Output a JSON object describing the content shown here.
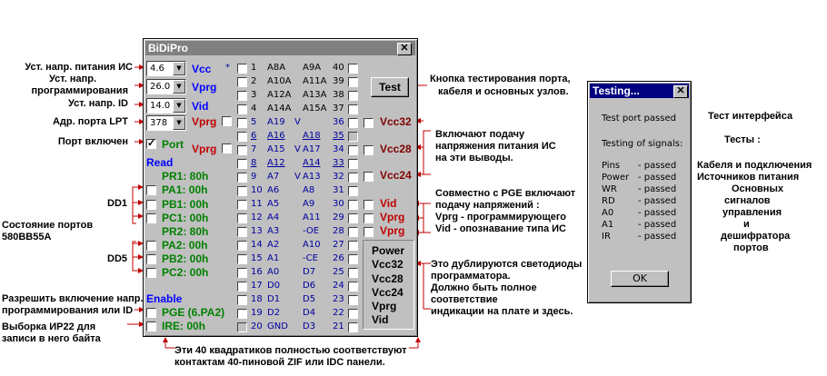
{
  "main_window": {
    "title": "BiDiPro",
    "close_glyph": "✕",
    "vcc_select": "4.6",
    "vprg_select": "26.0",
    "vid_select": "14.0",
    "port_select": "378",
    "vcc_label": "Vcc",
    "vprg_label": "Vprg",
    "vid_label": "Vid",
    "vprg_label_red1": "Vprg",
    "port_label": "Port",
    "vprg_label_red2": "Vprg",
    "read_label": "Read",
    "pr1": "PR1: 80h",
    "pa1": "PA1: 00h",
    "pb1": "PB1: 00h",
    "pc1": "PC1: 00h",
    "pr2": "PR2: 80h",
    "pa2": "PA2: 00h",
    "pb2": "PB2: 00h",
    "pc2": "PC2: 00h",
    "enable_label": "Enable",
    "pge_label": "PGE  (6.PA2)",
    "ire_label": "IRE:  00h",
    "star": "*",
    "test_button": "Test",
    "right_labels": [
      "Vcc32",
      "Vcc28",
      "Vcc24"
    ],
    "volt_labels": [
      "Vid",
      "Vprg",
      "Vprg"
    ],
    "indicator_labels": [
      "Power",
      "Vcc32",
      "Vcc28",
      "Vcc24",
      "Vprg",
      "Vid"
    ],
    "pins_left": [
      {
        "num": "1",
        "name": "A8A",
        "v": ""
      },
      {
        "num": "2",
        "name": "A10A",
        "v": ""
      },
      {
        "num": "3",
        "name": "A12A",
        "v": ""
      },
      {
        "num": "4",
        "name": "A14A",
        "v": ""
      },
      {
        "num": "5",
        "name": "A19",
        "v": "V"
      },
      {
        "num": "6",
        "name": "A16",
        "v": ""
      },
      {
        "num": "7",
        "name": "A15",
        "v": "V"
      },
      {
        "num": "8",
        "name": "A12",
        "v": ""
      },
      {
        "num": "9",
        "name": "A7",
        "v": "V"
      },
      {
        "num": "10",
        "name": "A6",
        "v": ""
      },
      {
        "num": "11",
        "name": "A5",
        "v": ""
      },
      {
        "num": "12",
        "name": "A4",
        "v": ""
      },
      {
        "num": "13",
        "name": "A3",
        "v": ""
      },
      {
        "num": "14",
        "name": "A2",
        "v": ""
      },
      {
        "num": "15",
        "name": "A1",
        "v": ""
      },
      {
        "num": "16",
        "name": "A0",
        "v": ""
      },
      {
        "num": "17",
        "name": "D0",
        "v": ""
      },
      {
        "num": "18",
        "name": "D1",
        "v": ""
      },
      {
        "num": "19",
        "name": "D2",
        "v": ""
      },
      {
        "num": "20",
        "name": "GND",
        "v": ""
      }
    ],
    "pins_right": [
      {
        "num": "40",
        "name": "A9A"
      },
      {
        "num": "39",
        "name": "A11A"
      },
      {
        "num": "38",
        "name": "A13A"
      },
      {
        "num": "37",
        "name": "A15A"
      },
      {
        "num": "36",
        "name": ""
      },
      {
        "num": "35",
        "name": "A18"
      },
      {
        "num": "34",
        "name": "A17"
      },
      {
        "num": "33",
        "name": "A14"
      },
      {
        "num": "32",
        "name": "A13"
      },
      {
        "num": "31",
        "name": "A8"
      },
      {
        "num": "30",
        "name": "A9"
      },
      {
        "num": "29",
        "name": "A11"
      },
      {
        "num": "28",
        "name": "-OE"
      },
      {
        "num": "27",
        "name": "A10"
      },
      {
        "num": "26",
        "name": "-CE"
      },
      {
        "num": "25",
        "name": "D7"
      },
      {
        "num": "24",
        "name": "D6"
      },
      {
        "num": "23",
        "name": "D5"
      },
      {
        "num": "22",
        "name": "D4"
      },
      {
        "num": "21",
        "name": "D3"
      }
    ]
  },
  "testing_window": {
    "title": "Testing...",
    "close_glyph": "✕",
    "test_port": "Test port passed",
    "testing_signals": "Testing of signals:",
    "rows": [
      {
        "name": "Pins",
        "status": "- passed"
      },
      {
        "name": "Power",
        "status": "- passed"
      },
      {
        "name": "WR",
        "status": "- passed"
      },
      {
        "name": "RD",
        "status": "- passed"
      },
      {
        "name": "A0",
        "status": "- passed"
      },
      {
        "name": "A1",
        "status": "- passed"
      },
      {
        "name": "IR",
        "status": "- passed"
      }
    ],
    "ok_button": "OK"
  },
  "annotations": {
    "vcc": "Уст. напр. питания ИС",
    "vprg1": "Уст. напр.",
    "vprg2": "программирования",
    "vid": "Уст. напр. ID",
    "port": "Адр. порта LPT",
    "port_on": "Порт включен",
    "dd1": "DD1",
    "ports_state1": "Состояние портов",
    "ports_state2": "580ВВ55А",
    "dd5": "DD5",
    "enable1": "Разрешить включение напр.",
    "enable2": "программирования или ID",
    "ire1": "Выборка ИР22 для",
    "ire2": "записи в него байта",
    "test_btn1": "Кнопка тестирования порта,",
    "test_btn2": "кабеля и основных узлов.",
    "power1": "Включают подачу",
    "power2": "напряжения питания ИС",
    "power3": "на эти выводы.",
    "pge1": "Совместно с PGE включают",
    "pge2": "подачу напряжений :",
    "pge3": "Vprg - программирующего",
    "pge4": "Vid - опознавание типа ИС",
    "leds1": "Это дублируются светодиоды",
    "leds2": "программатора.",
    "leds3": "Должно быть полное",
    "leds4": "соответствие",
    "leds5": "индикации на плате и здесь.",
    "bottom1": "Эти 40 квадратиков полностью соответствуют",
    "bottom2": "контактам 40-пиновой ZIF или IDC панели.",
    "iface_test": "Тест интерфейса",
    "tests": "Тесты :",
    "cables1": "Кабеля и подключения",
    "cables2": "Источников питания",
    "basic1": "Основных",
    "basic2": "сигналов",
    "basic3": "управления",
    "basic4": "и",
    "basic5": "дешифратора",
    "basic6": "портов"
  }
}
